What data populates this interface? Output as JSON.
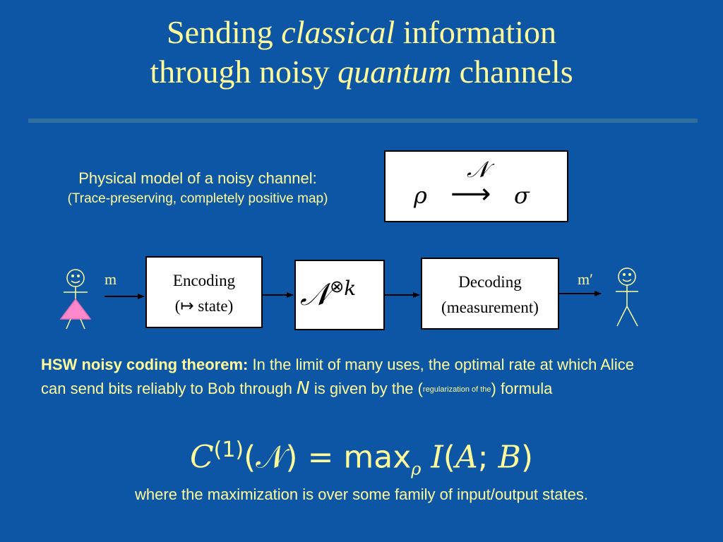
{
  "title": {
    "line1_pre": "Sending ",
    "line1_em": "classical",
    "line1_post": " information",
    "line2_pre": "through noisy ",
    "line2_em": "quantum",
    "line2_post": " channels"
  },
  "model": {
    "line1": "Physical model of a noisy channel:",
    "line2": "(Trace-preserving, completely positive map)",
    "rho": "ρ",
    "channel": "𝒩",
    "arrow": "⟶",
    "sigma": "σ"
  },
  "diagram": {
    "message_in": "m",
    "encoding_line1": "Encoding",
    "encoding_line2": "(↦ state)",
    "channel_power": "𝒩",
    "tensor": "⊗",
    "k": "k",
    "decoding_line1": "Decoding",
    "decoding_line2": "(measurement)",
    "message_out": "m′"
  },
  "theorem": {
    "heading": "HSW noisy coding theorem:",
    "text1": " In the limit of many uses, the optimal rate at which Alice can send bits reliably to Bob through ",
    "symbol": "N",
    "text2": " is given by the (",
    "small": "regularization of the",
    "text3": ") formula"
  },
  "formula": {
    "C": "C",
    "sup": "(1)",
    "arg": "(𝒩)",
    "eq": " = max",
    "sub": "ρ",
    "I": " I",
    "args_open": "(",
    "A": "A",
    "semi": "; ",
    "B": "B",
    "args_close": ")"
  },
  "footnote": "where the maximization is over some family of input/output states.",
  "colors": {
    "background": "#0D56A6",
    "text": "#FFFF99",
    "rule": "#2F6E9E",
    "alice_dress": "#FF88CC"
  }
}
